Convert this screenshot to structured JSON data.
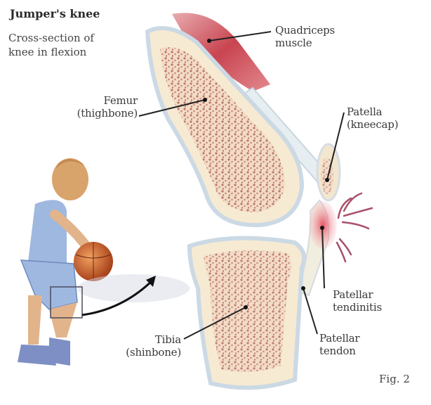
{
  "title": "Jumper's knee",
  "subtitle": [
    "Cross-section of",
    "knee in flexion"
  ],
  "figure_label": "Fig. 2",
  "labels": {
    "quadriceps": [
      "Quadriceps",
      "muscle"
    ],
    "femur": [
      "Femur",
      "(thighbone)"
    ],
    "patella": [
      "Patella",
      "(kneecap)"
    ],
    "patellar_tendinitis": [
      "Patellar",
      "tendinitis"
    ],
    "patellar_tendon": [
      "Patellar",
      "tendon"
    ],
    "tibia": [
      "Tibia",
      "(shinbone)"
    ]
  },
  "colors": {
    "bone": "#f3e6cf",
    "bone_marrow": "#c97a6e",
    "muscle": "#c8323f",
    "cartilage": "#b9cddd",
    "inflammation": "#e8606e",
    "jersey": "#9fb8e0",
    "ball": "#c2541e",
    "text": "#3a3a3a"
  }
}
